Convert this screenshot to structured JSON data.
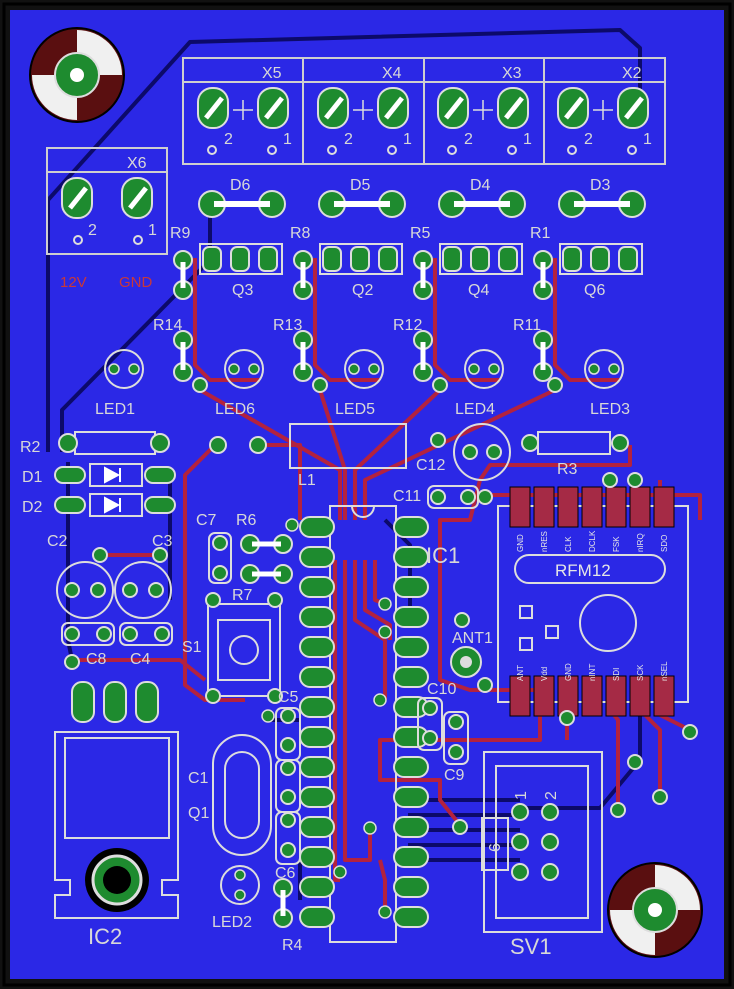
{
  "colors": {
    "board": "#2b28e6",
    "edge": "#111111",
    "copper_top": "#b3223f",
    "copper_bottom": "#0c0a6a",
    "pad": "#1e8b2f",
    "silk": "#cfcfcf",
    "red_text": "#c8383a"
  },
  "connectors": {
    "x5": "X5",
    "x4": "X4",
    "x3": "X3",
    "x2": "X2",
    "x6": "X6",
    "pin1": "1",
    "pin2": "2"
  },
  "power_labels": {
    "v12": "12V",
    "gnd": "GND"
  },
  "diodes": {
    "d1": "D1",
    "d2": "D2",
    "d3": "D3",
    "d4": "D4",
    "d5": "D5",
    "d6": "D6"
  },
  "resistors": {
    "r1": "R1",
    "r2": "R2",
    "r3": "R3",
    "r4": "R4",
    "r5": "R5",
    "r6": "R6",
    "r7": "R7",
    "r8": "R8",
    "r9": "R9",
    "r11": "R11",
    "r12": "R12",
    "r13": "R13",
    "r14": "R14"
  },
  "transistors": {
    "q1": "Q1",
    "q2": "Q2",
    "q3": "Q3",
    "q4": "Q4",
    "q6": "Q6"
  },
  "leds": {
    "led1": "LED1",
    "led2": "LED2",
    "led3": "LED3",
    "led4": "LED4",
    "led5": "LED5",
    "led6": "LED6"
  },
  "capacitors": {
    "c1": "C1",
    "c2": "C2",
    "c3": "C3",
    "c4": "C4",
    "c5": "C5",
    "c6": "C6",
    "c7": "C7",
    "c8": "C8",
    "c9": "C9",
    "c10": "C10",
    "c11": "C11",
    "c12": "C12"
  },
  "misc": {
    "l1": "L1",
    "s1": "S1",
    "ic1": "IC1",
    "ic2": "IC2",
    "sv1": "SV1",
    "ant1": "ANT1",
    "sv_pin6": "6"
  },
  "rfm": {
    "name": "RFM12",
    "top_pins": [
      "GND",
      "nRES",
      "CLK",
      "DCLK",
      "FSK",
      "nIRQ",
      "SDO"
    ],
    "bottom_pins": [
      "ANT",
      "Vdd",
      "GND",
      "nINT",
      "SDI",
      "SCK",
      "nSEL"
    ]
  }
}
